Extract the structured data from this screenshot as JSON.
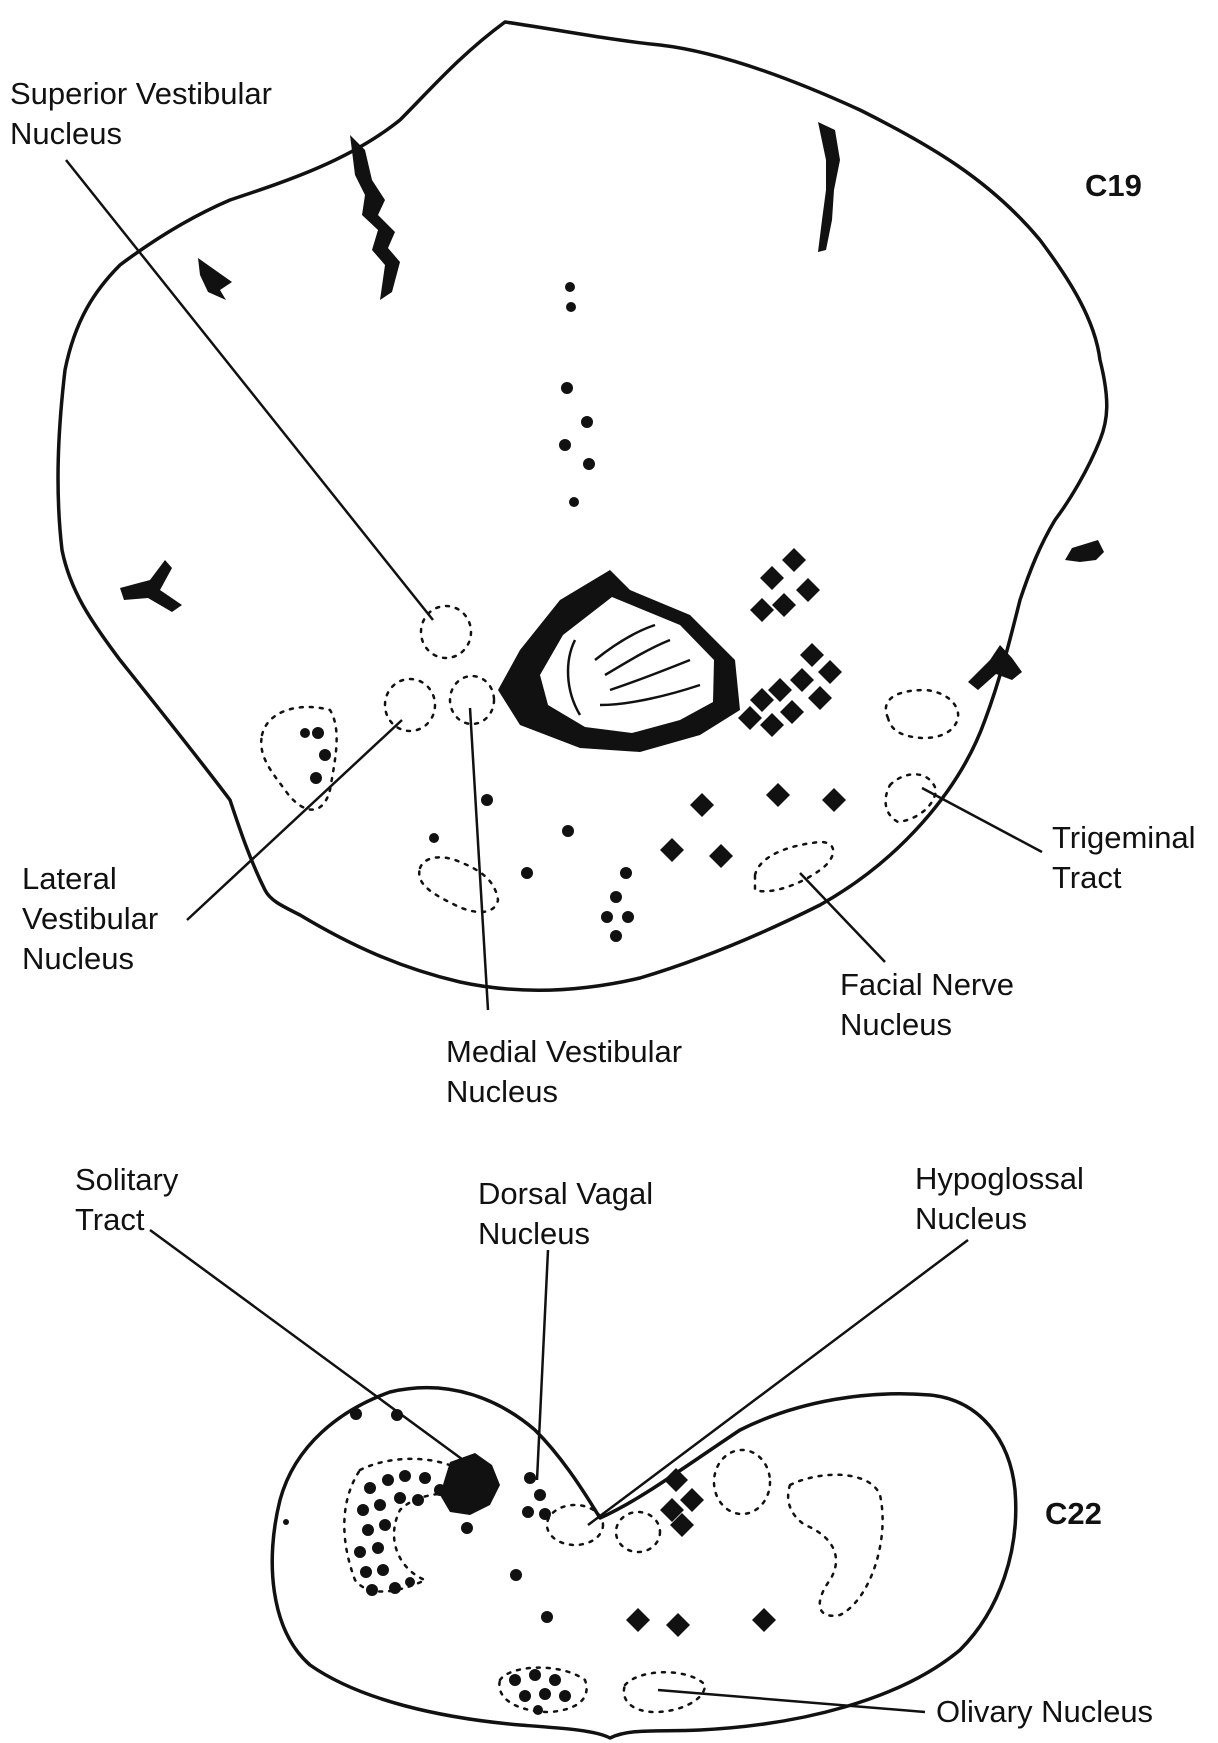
{
  "sections": {
    "upper": "C19",
    "lower": "C22"
  },
  "labels": {
    "superior_vestibular": [
      "Superior Vestibular",
      "Nucleus"
    ],
    "lateral_vestibular": [
      "Lateral",
      "Vestibular",
      "Nucleus"
    ],
    "medial_vestibular": [
      "Medial Vestibular",
      "Nucleus"
    ],
    "trigeminal_tract": [
      "Trigeminal",
      "Tract"
    ],
    "facial_nerve": [
      "Facial Nerve",
      "Nucleus"
    ],
    "solitary_tract": [
      "Solitary",
      "Tract"
    ],
    "dorsal_vagal": [
      "Dorsal Vagal",
      "Nucleus"
    ],
    "hypoglossal": [
      "Hypoglossal",
      "Nucleus"
    ],
    "olivary": "Olivary Nucleus"
  }
}
